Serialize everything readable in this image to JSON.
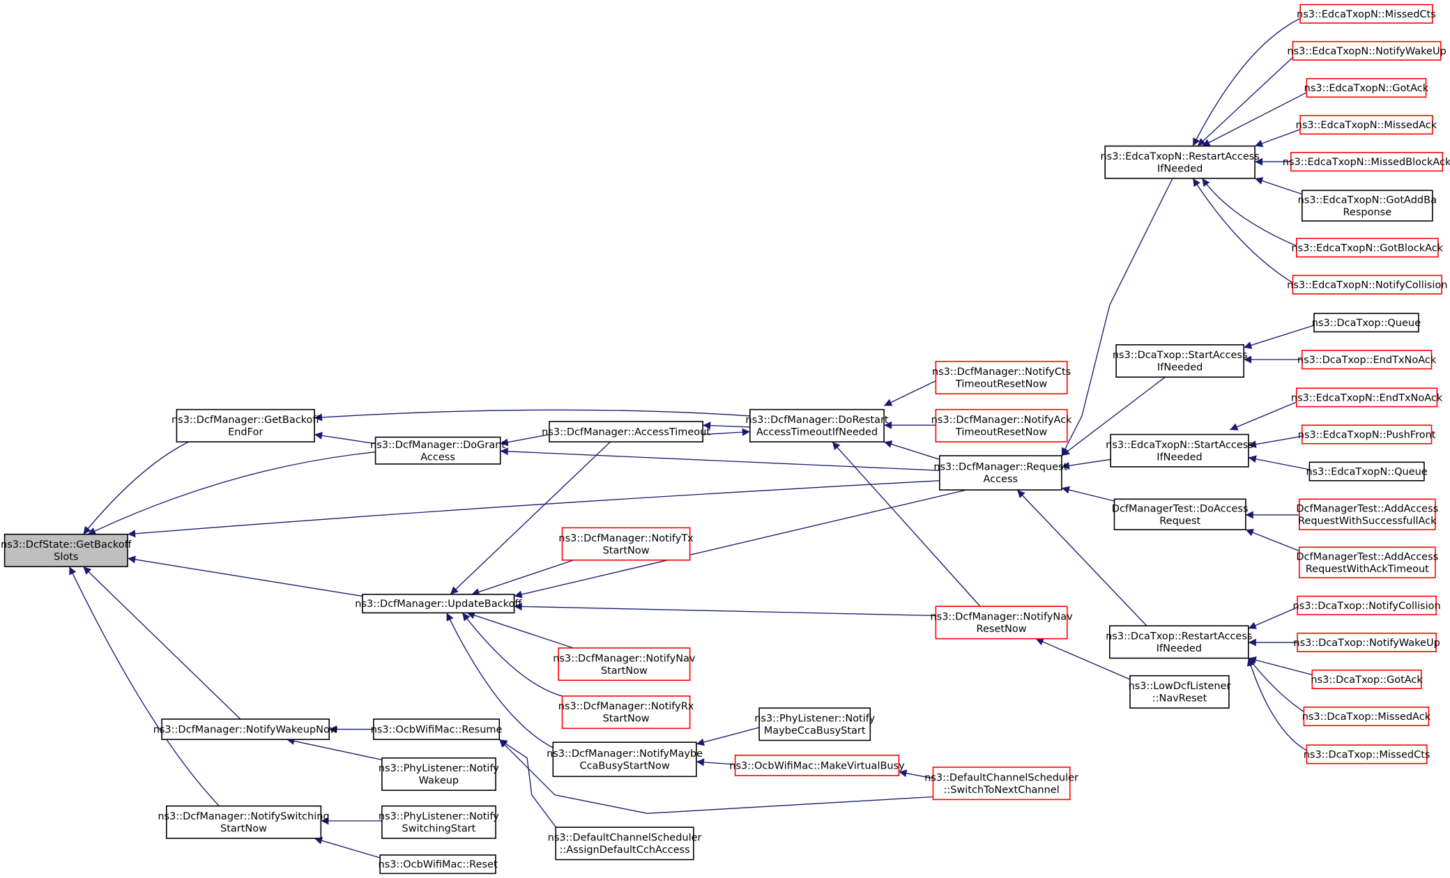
{
  "colors": {
    "edge": "#191970",
    "root_fill": "#bfbfbf",
    "node_fill": "#ffffff",
    "documented_border": "#000000",
    "undocumented_border": "#ff0000"
  },
  "nodes": [
    {
      "id": "root",
      "lines": [
        "ns3::DcfState::GetBackoff",
        "Slots"
      ],
      "style": "root"
    },
    {
      "id": "getbackoffendfor",
      "lines": [
        "ns3::DcfManager::GetBackoff",
        "EndFor"
      ],
      "style": "black"
    },
    {
      "id": "dogrant",
      "lines": [
        "ns3::DcfManager::DoGrant",
        "Access"
      ],
      "style": "black"
    },
    {
      "id": "updatebackoff",
      "lines": [
        "ns3::DcfManager::UpdateBackoff"
      ],
      "style": "black"
    },
    {
      "id": "notifywakeupnow",
      "lines": [
        "ns3::DcfManager::NotifyWakeupNow"
      ],
      "style": "black"
    },
    {
      "id": "notifyswitching",
      "lines": [
        "ns3::DcfManager::NotifySwitching",
        "StartNow"
      ],
      "style": "black"
    },
    {
      "id": "accesstimeout",
      "lines": [
        "ns3::DcfManager::AccessTimeout"
      ],
      "style": "black"
    },
    {
      "id": "dorestart",
      "lines": [
        "ns3::DcfManager::DoRestart",
        "AccessTimeoutIfNeeded"
      ],
      "style": "black"
    },
    {
      "id": "requestaccess",
      "lines": [
        "ns3::DcfManager::Request",
        "Access"
      ],
      "style": "black"
    },
    {
      "id": "notifyctstimeout",
      "lines": [
        "ns3::DcfManager::NotifyCts",
        "TimeoutResetNow"
      ],
      "style": "red"
    },
    {
      "id": "notifyacktimeout",
      "lines": [
        "ns3::DcfManager::NotifyAck",
        "TimeoutResetNow"
      ],
      "style": "red"
    },
    {
      "id": "notifytx",
      "lines": [
        "ns3::DcfManager::NotifyTx",
        "StartNow"
      ],
      "style": "red"
    },
    {
      "id": "notifynavstart",
      "lines": [
        "ns3::DcfManager::NotifyNav",
        "StartNow"
      ],
      "style": "red"
    },
    {
      "id": "notifyrx",
      "lines": [
        "ns3::DcfManager::NotifyRx",
        "StartNow"
      ],
      "style": "red"
    },
    {
      "id": "notifynavreset",
      "lines": [
        "ns3::DcfManager::NotifyNav",
        "ResetNow"
      ],
      "style": "red"
    },
    {
      "id": "notifymaybecca",
      "lines": [
        "ns3::DcfManager::NotifyMaybe",
        "CcaBusyStartNow"
      ],
      "style": "black"
    },
    {
      "id": "ocbresume",
      "lines": [
        "ns3::OcbWifiMac::Resume"
      ],
      "style": "black"
    },
    {
      "id": "phywakeup",
      "lines": [
        "ns3::PhyListener::Notify",
        "Wakeup"
      ],
      "style": "black"
    },
    {
      "id": "physwitching",
      "lines": [
        "ns3::PhyListener::Notify",
        "SwitchingStart"
      ],
      "style": "black"
    },
    {
      "id": "ocbreset",
      "lines": [
        "ns3::OcbWifiMac::Reset"
      ],
      "style": "black"
    },
    {
      "id": "assigndefault",
      "lines": [
        "ns3::DefaultChannelScheduler",
        "::AssignDefaultCchAccess"
      ],
      "style": "black"
    },
    {
      "id": "phymaybecca",
      "lines": [
        "ns3::PhyListener::Notify",
        "MaybeCcaBusyStart"
      ],
      "style": "black"
    },
    {
      "id": "makevirtualbusy",
      "lines": [
        "ns3::OcbWifiMac::MakeVirtualBusy"
      ],
      "style": "red"
    },
    {
      "id": "switchtonext",
      "lines": [
        "ns3::DefaultChannelScheduler",
        "::SwitchToNextChannel"
      ],
      "style": "red"
    },
    {
      "id": "lowdcfnavreset",
      "lines": [
        "ns3::LowDcfListener",
        "::NavReset"
      ],
      "style": "black"
    },
    {
      "id": "edcarestart",
      "lines": [
        "ns3::EdcaTxopN::RestartAccess",
        "IfNeeded"
      ],
      "style": "black"
    },
    {
      "id": "dcastart",
      "lines": [
        "ns3::DcaTxop::StartAccess",
        "IfNeeded"
      ],
      "style": "black"
    },
    {
      "id": "edcastart",
      "lines": [
        "ns3::EdcaTxopN::StartAccess",
        "IfNeeded"
      ],
      "style": "black"
    },
    {
      "id": "dcftestdoaccess",
      "lines": [
        "DcfManagerTest::DoAccess",
        "Request"
      ],
      "style": "black"
    },
    {
      "id": "dcarestart",
      "lines": [
        "ns3::DcaTxop::RestartAccess",
        "IfNeeded"
      ],
      "style": "black"
    },
    {
      "id": "edcamissedcts",
      "lines": [
        "ns3::EdcaTxopN::MissedCts"
      ],
      "style": "red"
    },
    {
      "id": "edcanotifywakeup",
      "lines": [
        "ns3::EdcaTxopN::NotifyWakeUp"
      ],
      "style": "red"
    },
    {
      "id": "edcagotack",
      "lines": [
        "ns3::EdcaTxopN::GotAck"
      ],
      "style": "red"
    },
    {
      "id": "edcamissedack",
      "lines": [
        "ns3::EdcaTxopN::MissedAck"
      ],
      "style": "red"
    },
    {
      "id": "edcamissedblockack",
      "lines": [
        "ns3::EdcaTxopN::MissedBlockAck"
      ],
      "style": "red"
    },
    {
      "id": "edcagotaddba",
      "lines": [
        "ns3::EdcaTxopN::GotAddBa",
        "Response"
      ],
      "style": "black"
    },
    {
      "id": "edcagotblockack",
      "lines": [
        "ns3::EdcaTxopN::GotBlockAck"
      ],
      "style": "red"
    },
    {
      "id": "edcanotifycollision",
      "lines": [
        "ns3::EdcaTxopN::NotifyCollision"
      ],
      "style": "red"
    },
    {
      "id": "dcaqueue",
      "lines": [
        "ns3::DcaTxop::Queue"
      ],
      "style": "black"
    },
    {
      "id": "dcaendtxnoack",
      "lines": [
        "ns3::DcaTxop::EndTxNoAck"
      ],
      "style": "red"
    },
    {
      "id": "edcaendtxnoack",
      "lines": [
        "ns3::EdcaTxopN::EndTxNoAck"
      ],
      "style": "red"
    },
    {
      "id": "edcapushfront",
      "lines": [
        "ns3::EdcaTxopN::PushFront"
      ],
      "style": "red"
    },
    {
      "id": "edcaqueue",
      "lines": [
        "ns3::EdcaTxopN::Queue"
      ],
      "style": "black"
    },
    {
      "id": "addaccesssuccess",
      "lines": [
        "DcfManagerTest::AddAccess",
        "RequestWithSuccessfullAck"
      ],
      "style": "red"
    },
    {
      "id": "addaccessacktimeout",
      "lines": [
        "DcfManagerTest::AddAccess",
        "RequestWithAckTimeout"
      ],
      "style": "red"
    },
    {
      "id": "dcanotifycollision",
      "lines": [
        "ns3::DcaTxop::NotifyCollision"
      ],
      "style": "red"
    },
    {
      "id": "dcanotifywakeup",
      "lines": [
        "ns3::DcaTxop::NotifyWakeUp"
      ],
      "style": "red"
    },
    {
      "id": "dcagotack",
      "lines": [
        "ns3::DcaTxop::GotAck"
      ],
      "style": "red"
    },
    {
      "id": "dcamissedack",
      "lines": [
        "ns3::DcaTxop::MissedAck"
      ],
      "style": "red"
    },
    {
      "id": "dcamissedcts",
      "lines": [
        "ns3::DcaTxop::MissedCts"
      ],
      "style": "red"
    }
  ],
  "edges": [
    {
      "from": "getbackoffendfor",
      "to": "root"
    },
    {
      "from": "dogrant",
      "to": "root"
    },
    {
      "from": "requestaccess",
      "to": "root"
    },
    {
      "from": "updatebackoff",
      "to": "root"
    },
    {
      "from": "notifywakeupnow",
      "to": "root"
    },
    {
      "from": "notifyswitching",
      "to": "root"
    },
    {
      "from": "dogrant",
      "to": "getbackoffendfor"
    },
    {
      "from": "dorestart",
      "to": "getbackoffendfor"
    },
    {
      "from": "accesstimeout",
      "to": "dogrant"
    },
    {
      "from": "requestaccess",
      "to": "dogrant"
    },
    {
      "from": "dorestart",
      "to": "accesstimeout"
    },
    {
      "from": "accesstimeout",
      "to": "dorestart"
    },
    {
      "from": "notifyctstimeout",
      "to": "dorestart"
    },
    {
      "from": "notifyacktimeout",
      "to": "dorestart"
    },
    {
      "from": "requestaccess",
      "to": "dorestart"
    },
    {
      "from": "notifynavreset",
      "to": "dorestart"
    },
    {
      "from": "accesstimeout",
      "to": "updatebackoff"
    },
    {
      "from": "notifytx",
      "to": "updatebackoff"
    },
    {
      "from": "requestaccess",
      "to": "updatebackoff"
    },
    {
      "from": "notifynavreset",
      "to": "updatebackoff"
    },
    {
      "from": "notifynavstart",
      "to": "updatebackoff"
    },
    {
      "from": "notifyrx",
      "to": "updatebackoff"
    },
    {
      "from": "notifymaybecca",
      "to": "updatebackoff"
    },
    {
      "from": "ocbresume",
      "to": "notifywakeupnow"
    },
    {
      "from": "phywakeup",
      "to": "notifywakeupnow"
    },
    {
      "from": "physwitching",
      "to": "notifyswitching"
    },
    {
      "from": "ocbreset",
      "to": "notifyswitching"
    },
    {
      "from": "assigndefault",
      "to": "ocbresume"
    },
    {
      "from": "switchtonext",
      "to": "ocbresume"
    },
    {
      "from": "phymaybecca",
      "to": "notifymaybecca"
    },
    {
      "from": "makevirtualbusy",
      "to": "notifymaybecca"
    },
    {
      "from": "switchtonext",
      "to": "makevirtualbusy"
    },
    {
      "from": "lowdcfnavreset",
      "to": "notifynavreset"
    },
    {
      "from": "edcarestart",
      "to": "requestaccess"
    },
    {
      "from": "dcastart",
      "to": "requestaccess"
    },
    {
      "from": "edcastart",
      "to": "requestaccess"
    },
    {
      "from": "dcftestdoaccess",
      "to": "requestaccess"
    },
    {
      "from": "dcarestart",
      "to": "requestaccess"
    },
    {
      "from": "edcamissedcts",
      "to": "edcarestart"
    },
    {
      "from": "edcanotifywakeup",
      "to": "edcarestart"
    },
    {
      "from": "edcagotack",
      "to": "edcarestart"
    },
    {
      "from": "edcamissedack",
      "to": "edcarestart"
    },
    {
      "from": "edcamissedblockack",
      "to": "edcarestart"
    },
    {
      "from": "edcagotaddba",
      "to": "edcarestart"
    },
    {
      "from": "edcagotblockack",
      "to": "edcarestart"
    },
    {
      "from": "edcanotifycollision",
      "to": "edcarestart"
    },
    {
      "from": "dcaqueue",
      "to": "dcastart"
    },
    {
      "from": "dcaendtxnoack",
      "to": "dcastart"
    },
    {
      "from": "edcaendtxnoack",
      "to": "edcastart"
    },
    {
      "from": "edcapushfront",
      "to": "edcastart"
    },
    {
      "from": "edcaqueue",
      "to": "edcastart"
    },
    {
      "from": "addaccesssuccess",
      "to": "dcftestdoaccess"
    },
    {
      "from": "addaccessacktimeout",
      "to": "dcftestdoaccess"
    },
    {
      "from": "dcanotifycollision",
      "to": "dcarestart"
    },
    {
      "from": "dcanotifywakeup",
      "to": "dcarestart"
    },
    {
      "from": "dcagotack",
      "to": "dcarestart"
    },
    {
      "from": "dcamissedack",
      "to": "dcarestart"
    },
    {
      "from": "dcamissedcts",
      "to": "dcarestart"
    }
  ]
}
